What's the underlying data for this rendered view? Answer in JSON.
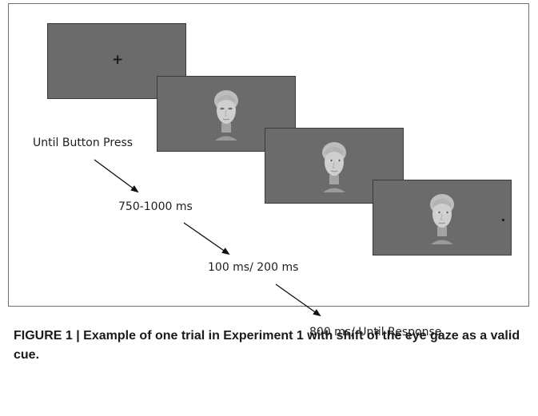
{
  "frames": {
    "fixation": {
      "symbol": "+"
    },
    "face_neutral": {
      "icon": "face-straight-gaze"
    },
    "face_shift": {
      "icon": "face-averted-gaze"
    },
    "face_target": {
      "icon": "face-averted-gaze-with-target"
    }
  },
  "timings": {
    "step1": "Until Button Press",
    "step2": "750-1000 ms",
    "step3": "100 ms/ 200 ms",
    "step4": "800 ms/ Until Response"
  },
  "caption": {
    "text": "FIGURE 1 | Example of one trial in Experiment 1 with shift of the eye gaze as a valid cue."
  },
  "colors": {
    "frame_bg": "#6b6b6b",
    "text": "#1e1e1e"
  }
}
